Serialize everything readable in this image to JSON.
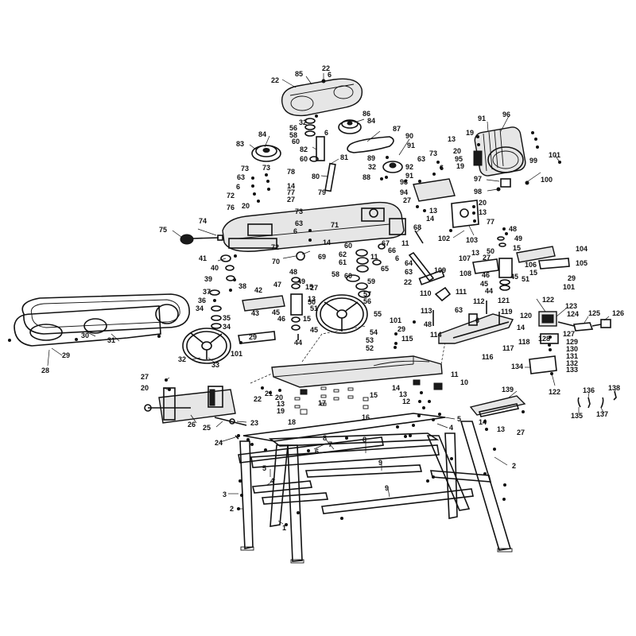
{
  "diagram": {
    "callouts": [
      {
        "id": "c1",
        "text": "22"
      },
      {
        "id": "c2",
        "text": "6"
      },
      {
        "id": "c3",
        "text": "85"
      },
      {
        "id": "c4",
        "text": "22"
      },
      {
        "id": "c5",
        "text": "86"
      },
      {
        "id": "c6",
        "text": "84"
      },
      {
        "id": "c7",
        "text": "32"
      },
      {
        "id": "c8",
        "text": "56"
      },
      {
        "id": "c9",
        "text": "6"
      },
      {
        "id": "c10",
        "text": "58"
      },
      {
        "id": "c11",
        "text": "60"
      },
      {
        "id": "c12",
        "text": "87"
      },
      {
        "id": "c13",
        "text": "84"
      },
      {
        "id": "c14",
        "text": "83"
      },
      {
        "id": "c15",
        "text": "82"
      },
      {
        "id": "c16",
        "text": "60"
      },
      {
        "id": "c17",
        "text": "81"
      },
      {
        "id": "c18",
        "text": "80"
      },
      {
        "id": "c19",
        "text": "90"
      },
      {
        "id": "c20",
        "text": "91"
      },
      {
        "id": "c21",
        "text": "89"
      },
      {
        "id": "c22",
        "text": "92"
      },
      {
        "id": "c23",
        "text": "32"
      },
      {
        "id": "c24",
        "text": "91"
      },
      {
        "id": "c25",
        "text": "88"
      },
      {
        "id": "c26",
        "text": "91"
      },
      {
        "id": "c27",
        "text": "96"
      },
      {
        "id": "c28",
        "text": "13"
      },
      {
        "id": "c29",
        "text": "19"
      },
      {
        "id": "c30",
        "text": "20"
      },
      {
        "id": "c31",
        "text": "95"
      },
      {
        "id": "c32",
        "text": "19"
      },
      {
        "id": "c33",
        "text": "101"
      },
      {
        "id": "c34",
        "text": "99"
      },
      {
        "id": "c35",
        "text": "100"
      },
      {
        "id": "c36",
        "text": "97"
      },
      {
        "id": "c37",
        "text": "98"
      },
      {
        "id": "c38",
        "text": "73"
      },
      {
        "id": "c39",
        "text": "63"
      },
      {
        "id": "c40",
        "text": "6"
      },
      {
        "id": "c41",
        "text": "93"
      },
      {
        "id": "c42",
        "text": "94"
      },
      {
        "id": "c43",
        "text": "27"
      },
      {
        "id": "c44",
        "text": "20"
      },
      {
        "id": "c45",
        "text": "13"
      },
      {
        "id": "c46",
        "text": "14"
      },
      {
        "id": "c47",
        "text": "13"
      },
      {
        "id": "c48",
        "text": "77"
      },
      {
        "id": "c49",
        "text": "68"
      },
      {
        "id": "c50",
        "text": "102"
      },
      {
        "id": "c51",
        "text": "103"
      },
      {
        "id": "c52",
        "text": "73"
      },
      {
        "id": "c53",
        "text": "73"
      },
      {
        "id": "c54",
        "text": "78"
      },
      {
        "id": "c55",
        "text": "63"
      },
      {
        "id": "c56",
        "text": "14"
      },
      {
        "id": "c57",
        "text": "6"
      },
      {
        "id": "c58",
        "text": "77"
      },
      {
        "id": "c59",
        "text": "72"
      },
      {
        "id": "c60",
        "text": "27"
      },
      {
        "id": "c61",
        "text": "79"
      },
      {
        "id": "c62",
        "text": "20"
      },
      {
        "id": "c63",
        "text": "76"
      },
      {
        "id": "c64",
        "text": "73"
      },
      {
        "id": "c65",
        "text": "74"
      },
      {
        "id": "c66",
        "text": "63"
      },
      {
        "id": "c67",
        "text": "6"
      },
      {
        "id": "c68",
        "text": "71"
      },
      {
        "id": "c69",
        "text": "75"
      },
      {
        "id": "c70",
        "text": "72"
      },
      {
        "id": "c71",
        "text": "14"
      },
      {
        "id": "c72",
        "text": "41"
      },
      {
        "id": "c73",
        "text": "40"
      },
      {
        "id": "c74",
        "text": "70"
      },
      {
        "id": "c75",
        "text": "69"
      },
      {
        "id": "c76",
        "text": "60"
      },
      {
        "id": "c77",
        "text": "67"
      },
      {
        "id": "c78",
        "text": "11"
      },
      {
        "id": "c79",
        "text": "62"
      },
      {
        "id": "c80",
        "text": "66"
      },
      {
        "id": "c81",
        "text": "61"
      },
      {
        "id": "c82",
        "text": "11"
      },
      {
        "id": "c83",
        "text": "6"
      },
      {
        "id": "c84",
        "text": "64"
      },
      {
        "id": "c85",
        "text": "65"
      },
      {
        "id": "c86",
        "text": "63"
      },
      {
        "id": "c87",
        "text": "48"
      },
      {
        "id": "c88",
        "text": "49"
      },
      {
        "id": "c89",
        "text": "15"
      },
      {
        "id": "c90",
        "text": "104"
      },
      {
        "id": "c91",
        "text": "107"
      },
      {
        "id": "c92",
        "text": "13"
      },
      {
        "id": "c93",
        "text": "50"
      },
      {
        "id": "c94",
        "text": "27"
      },
      {
        "id": "c95",
        "text": "106"
      },
      {
        "id": "c96",
        "text": "105"
      },
      {
        "id": "c97",
        "text": "108"
      },
      {
        "id": "c98",
        "text": "46"
      },
      {
        "id": "c99",
        "text": "45"
      },
      {
        "id": "c100",
        "text": "51"
      },
      {
        "id": "c101",
        "text": "15"
      },
      {
        "id": "c102",
        "text": "29"
      },
      {
        "id": "c103",
        "text": "45"
      },
      {
        "id": "c104",
        "text": "101"
      },
      {
        "id": "c105",
        "text": "44"
      },
      {
        "id": "c106",
        "text": "39"
      },
      {
        "id": "c107",
        "text": "38"
      },
      {
        "id": "c108",
        "text": "48"
      },
      {
        "id": "c109",
        "text": "49"
      },
      {
        "id": "c110",
        "text": "15"
      },
      {
        "id": "c111",
        "text": "58"
      },
      {
        "id": "c112",
        "text": "60"
      },
      {
        "id": "c113",
        "text": "22"
      },
      {
        "id": "c114",
        "text": "109"
      },
      {
        "id": "c115",
        "text": "42"
      },
      {
        "id": "c116",
        "text": "47"
      },
      {
        "id": "c117",
        "text": "27"
      },
      {
        "id": "c118",
        "text": "13"
      },
      {
        "id": "c119",
        "text": "59"
      },
      {
        "id": "c120",
        "text": "57"
      },
      {
        "id": "c121",
        "text": "56"
      },
      {
        "id": "c122",
        "text": "110"
      },
      {
        "id": "c123",
        "text": "111"
      },
      {
        "id": "c124",
        "text": "37"
      },
      {
        "id": "c125",
        "text": "50"
      },
      {
        "id": "c126",
        "text": "51"
      },
      {
        "id": "c127",
        "text": "36"
      },
      {
        "id": "c128",
        "text": "34"
      },
      {
        "id": "c129",
        "text": "45"
      },
      {
        "id": "c130",
        "text": "46"
      },
      {
        "id": "c131",
        "text": "15"
      },
      {
        "id": "c132",
        "text": "55"
      },
      {
        "id": "c133",
        "text": "113"
      },
      {
        "id": "c134",
        "text": "112"
      },
      {
        "id": "c135",
        "text": "121"
      },
      {
        "id": "c136",
        "text": "122"
      },
      {
        "id": "c137",
        "text": "63"
      },
      {
        "id": "c138",
        "text": "119"
      },
      {
        "id": "c139",
        "text": "123"
      },
      {
        "id": "c140",
        "text": "124"
      },
      {
        "id": "c141",
        "text": "125"
      },
      {
        "id": "c142",
        "text": "126"
      },
      {
        "id": "c143",
        "text": "43"
      },
      {
        "id": "c144",
        "text": "35"
      },
      {
        "id": "c145",
        "text": "34"
      },
      {
        "id": "c146",
        "text": "45"
      },
      {
        "id": "c147",
        "text": "44"
      },
      {
        "id": "c148",
        "text": "54"
      },
      {
        "id": "c149",
        "text": "53"
      },
      {
        "id": "c150",
        "text": "52"
      },
      {
        "id": "c151",
        "text": "101"
      },
      {
        "id": "c152",
        "text": "29"
      },
      {
        "id": "c153",
        "text": "115"
      },
      {
        "id": "c154",
        "text": "48"
      },
      {
        "id": "c155",
        "text": "6"
      },
      {
        "id": "c156",
        "text": "120"
      },
      {
        "id": "c157",
        "text": "14"
      },
      {
        "id": "c158",
        "text": "127"
      },
      {
        "id": "c159",
        "text": "128"
      },
      {
        "id": "c160",
        "text": "129"
      },
      {
        "id": "c161",
        "text": "130"
      },
      {
        "id": "c162",
        "text": "131"
      },
      {
        "id": "c163",
        "text": "132"
      },
      {
        "id": "c164",
        "text": "133"
      },
      {
        "id": "c165",
        "text": "134"
      },
      {
        "id": "c166",
        "text": "114"
      },
      {
        "id": "c167",
        "text": "118"
      },
      {
        "id": "c168",
        "text": "117"
      },
      {
        "id": "c169",
        "text": "116"
      },
      {
        "id": "c170",
        "text": "30"
      },
      {
        "id": "c171",
        "text": "31"
      },
      {
        "id": "c172",
        "text": "29"
      },
      {
        "id": "c173",
        "text": "101"
      },
      {
        "id": "c174",
        "text": "28"
      },
      {
        "id": "c175",
        "text": "29"
      },
      {
        "id": "c176",
        "text": "32"
      },
      {
        "id": "c177",
        "text": "33"
      },
      {
        "id": "c178",
        "text": "27"
      },
      {
        "id": "c179",
        "text": "20"
      },
      {
        "id": "c180",
        "text": "22"
      },
      {
        "id": "c181",
        "text": "21"
      },
      {
        "id": "c182",
        "text": "14"
      },
      {
        "id": "c183",
        "text": "11"
      },
      {
        "id": "c184",
        "text": "10"
      },
      {
        "id": "c185",
        "text": "13"
      },
      {
        "id": "c186",
        "text": "12"
      },
      {
        "id": "c187",
        "text": "20"
      },
      {
        "id": "c188",
        "text": "13"
      },
      {
        "id": "c189",
        "text": "19"
      },
      {
        "id": "c190",
        "text": "17"
      },
      {
        "id": "c191",
        "text": "15"
      },
      {
        "id": "c192",
        "text": "18"
      },
      {
        "id": "c193",
        "text": "16"
      },
      {
        "id": "c194",
        "text": "139"
      },
      {
        "id": "c195",
        "text": "122"
      },
      {
        "id": "c196",
        "text": "136"
      },
      {
        "id": "c197",
        "text": "138"
      },
      {
        "id": "c198",
        "text": "135"
      },
      {
        "id": "c199",
        "text": "137"
      },
      {
        "id": "c200",
        "text": "26"
      },
      {
        "id": "c201",
        "text": "25"
      },
      {
        "id": "c202",
        "text": "23"
      },
      {
        "id": "c203",
        "text": "24"
      },
      {
        "id": "c204",
        "text": "5"
      },
      {
        "id": "c205",
        "text": "4"
      },
      {
        "id": "c206",
        "text": "14"
      },
      {
        "id": "c207",
        "text": "13"
      },
      {
        "id": "c208",
        "text": "27"
      },
      {
        "id": "c209",
        "text": "8"
      },
      {
        "id": "c210",
        "text": "7"
      },
      {
        "id": "c211",
        "text": "6"
      },
      {
        "id": "c212",
        "text": "8"
      },
      {
        "id": "c213",
        "text": "9"
      },
      {
        "id": "c214",
        "text": "5"
      },
      {
        "id": "c215",
        "text": "4"
      },
      {
        "id": "c216",
        "text": "2"
      },
      {
        "id": "c217",
        "text": "3"
      },
      {
        "id": "c218",
        "text": "2"
      },
      {
        "id": "c219",
        "text": "9"
      },
      {
        "id": "c220",
        "text": "1"
      }
    ]
  }
}
